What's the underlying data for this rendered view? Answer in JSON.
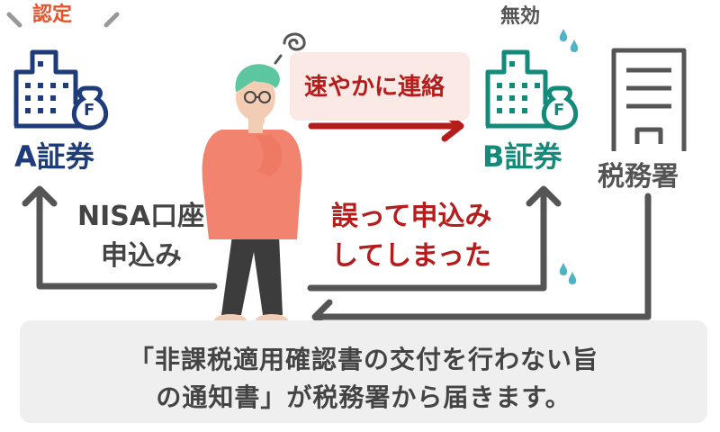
{
  "a_company": {
    "badge": "認定",
    "name": "A証券"
  },
  "b_company": {
    "badge": "無効",
    "name": "B証券"
  },
  "tax_office": {
    "name": "税務署"
  },
  "nisa_application": {
    "line1": "NISA口座",
    "line2": "申込み"
  },
  "contact_message": {
    "text": "速やかに連絡"
  },
  "mistake_message": {
    "line1": "誤って申込み",
    "line2": "してしまった"
  },
  "notice": {
    "line1": "「非課税適用確認書の交付を行わない旨",
    "line2": "の通知書」が税務署から届きます。"
  },
  "money_symbol": "F",
  "colors": {
    "navy": "#1f3c7a",
    "teal": "#138a7a",
    "gray": "#555555",
    "red": "#b51c1c",
    "orange": "#e2542c",
    "shirt": "#f2846f",
    "hair": "#5cc6a0"
  },
  "icons": [
    "building-icon",
    "money-bag-icon",
    "document-icon",
    "thinking-person-icon",
    "confused-swirl-icon",
    "sweat-drop-icon"
  ]
}
